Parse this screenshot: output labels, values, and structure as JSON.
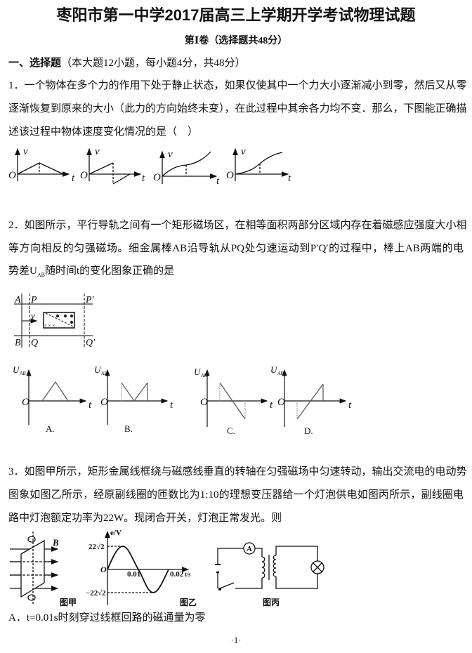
{
  "header": {
    "title": "枣阳市第一中学2017届高三上学期开学考试物理试题",
    "subtitle": "第Ⅰ卷（选择题共48分）"
  },
  "section": {
    "heading": "一、选择题",
    "note": "（本大题12小题，每小题4分，共48分）"
  },
  "q1": {
    "lines": [
      "1．一个物体在多个力的作用下处于静止状态，如果仅使其中一个力大小逐渐减小到零，然后又从零",
      "逐渐恢复到原来的大小（此力的方向始终未变），在此过程中其余各力均不变．那么，下图能正确描",
      "述该过程中物体速度变化情况的是（　）"
    ],
    "graph_labels": {
      "v": "v",
      "o": "O",
      "t": "t"
    }
  },
  "q2": {
    "lines": [
      "2．如图所示，平行导轨之间有一个矩形磁场区，在相等面积两部分区域内存在着磁感应强度大小相",
      "等方向相反的匀强磁场。细金属棒AB沿导轨从PQ处匀速运动到P′Q′的过程中，棒上AB两端的电"
    ],
    "line3_pre": "势差U",
    "line3_sub": "AB",
    "line3_post": "随时间t的变化图象正确的是",
    "figure_labels": {
      "A": "A",
      "B": "B",
      "P": "P",
      "Q": "Q",
      "P2": "P′",
      "Q2": "Q′",
      "v": "v"
    },
    "graph_labels": {
      "u": "U",
      "u_sub": "AB",
      "o": "O",
      "t": "t"
    },
    "options": [
      "A.",
      "B.",
      "C.",
      "D."
    ]
  },
  "q3": {
    "lines": [
      "3．如图甲所示，矩形金属线框绕与磁感线垂直的转轴在匀强磁场中匀速转动，输出交流电的电动势",
      "图象如图乙所示，经原副线圈的匝数比为1:10的理想变压器给一个灯泡供电如图丙所示，副线圈电",
      "路中灯泡额定功率为22W。现闭合开关，灯泡正常发光。则"
    ],
    "fig_jia": {
      "b": "B",
      "caption": "图甲"
    },
    "fig_yi": {
      "ylabel": "e/V",
      "ymax": "22√2",
      "ymin": "−22√2",
      "origin": "O",
      "t1": "0.01",
      "t2": "0.02",
      "xlabel": "t/s",
      "caption": "图乙"
    },
    "fig_bing": {
      "ammeter": "A",
      "caption": "图丙"
    },
    "option_a": "A．t=0.01s时刻穿过线框回路的磁通量为零"
  },
  "footer": {
    "page": "·1·"
  }
}
